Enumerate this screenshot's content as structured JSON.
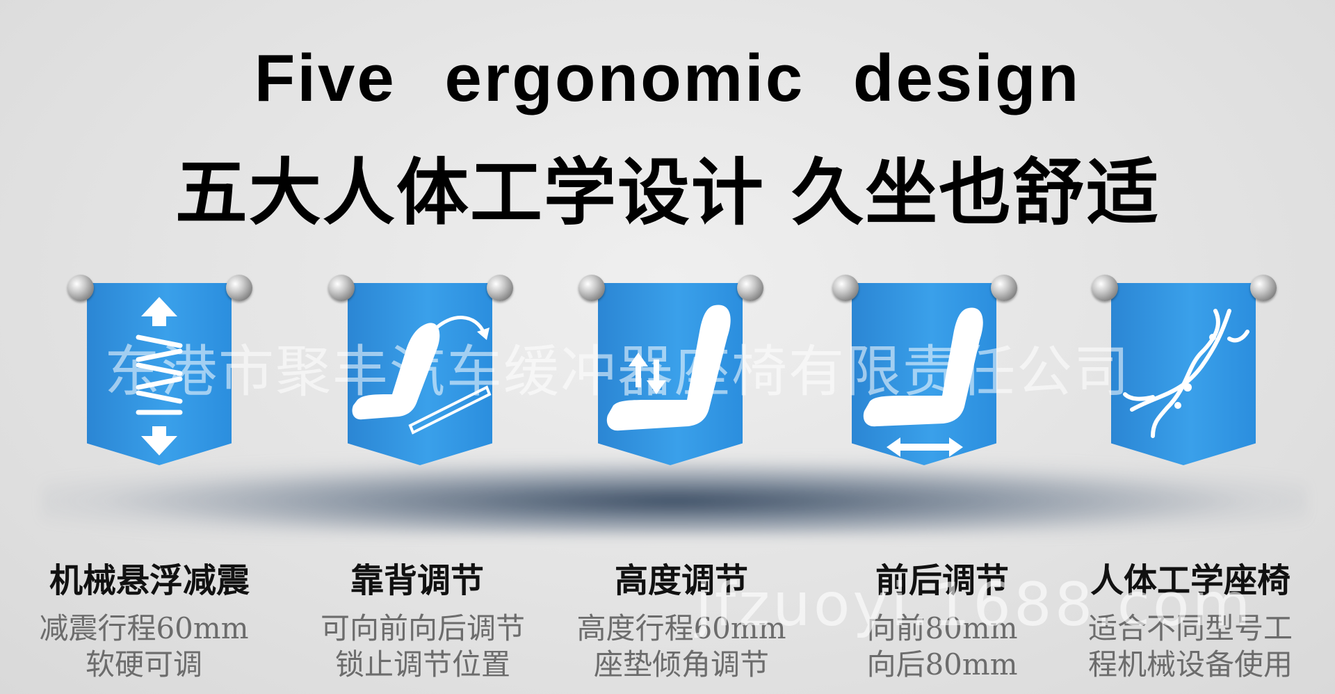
{
  "header": {
    "title_en": "Five   ergonomic   design",
    "title_zh": "五大人体工学设计 久坐也舒适"
  },
  "features": [
    {
      "title": "机械悬浮减震",
      "line1": "减震行程60mm",
      "line2": "软硬可调",
      "icon": "suspension-arrows-icon"
    },
    {
      "title": "靠背调节",
      "line1": "可向前向后调节",
      "line2": "锁止调节位置",
      "icon": "seat-backrest-icon"
    },
    {
      "title": "高度调节",
      "line1": "高度行程60mm",
      "line2": "座垫倾角调节",
      "icon": "seat-height-icon"
    },
    {
      "title": "前后调节",
      "line1": "向前80mm",
      "line2": "向后80mm",
      "icon": "seat-slide-icon"
    },
    {
      "title": "人体工学座椅",
      "line1": "适合不同型号工",
      "line2": "程机械设备使用",
      "icon": "dna-icon"
    }
  ],
  "watermark": {
    "company": "东港市聚丰汽车缓冲器座椅有限责任公司",
    "site": "jfzuoyi.1688.com"
  },
  "colors": {
    "banner": "#3399e0",
    "background": "#e3e3e3",
    "text": "#111111",
    "subtext": "#6c6c6c"
  }
}
